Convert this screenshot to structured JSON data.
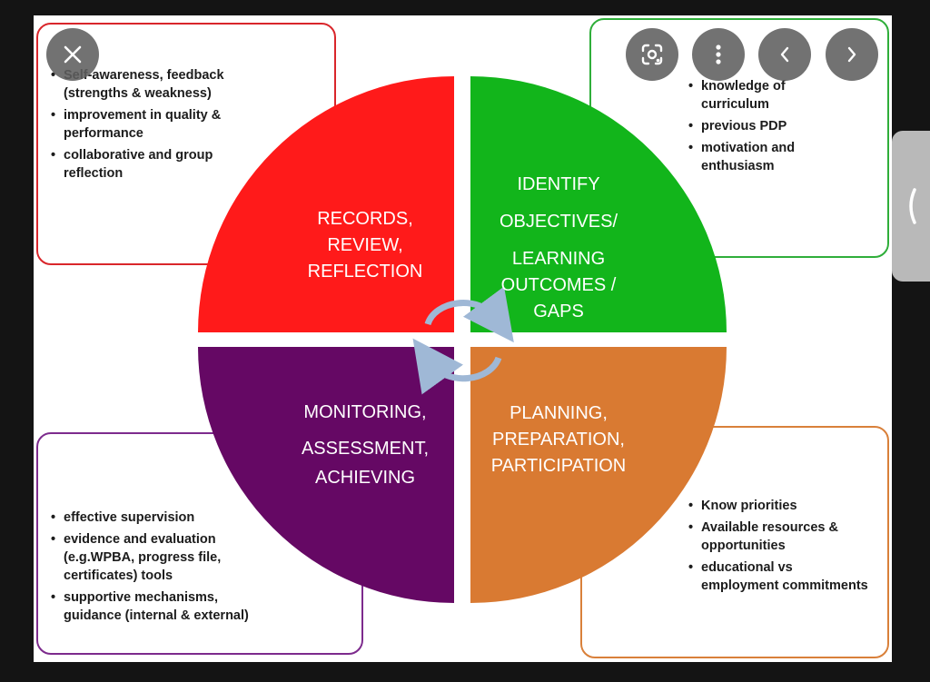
{
  "diagram": {
    "quadrants": {
      "red": {
        "lines": [
          "RECORDS,",
          "REVIEW,",
          "REFLECTION"
        ],
        "color": "#ff1a1a"
      },
      "green": {
        "lines": [
          "IDENTIFY",
          "OBJECTIVES/",
          "LEARNING",
          "OUTCOMES /",
          "GAPS"
        ],
        "color": "#12b51b"
      },
      "purple": {
        "lines": [
          "MONITORING,",
          "ASSESSMENT,",
          "ACHIEVING"
        ],
        "color": "#650864"
      },
      "orange": {
        "lines": [
          "PLANNING,",
          "PREPARATION,",
          "PARTICIPATION"
        ],
        "color": "#d97a32"
      }
    },
    "boxes": {
      "top_left": {
        "border": "#d9262b",
        "items": [
          "Self-awareness, feedback (strengths & weakness)",
          "improvement in quality & performance",
          "collaborative and group reflection"
        ]
      },
      "top_right": {
        "border": "#2fae3a",
        "items": [
          "knowledge of curriculum",
          "previous PDP",
          "motivation and enthusiasm"
        ]
      },
      "bottom_left": {
        "border": "#7d2b8d",
        "items": [
          "effective supervision",
          "evidence and evaluation (e.g.WPBA, progress file, certificates) tools",
          "supportive mechanisms, guidance (internal & external)"
        ]
      },
      "bottom_right": {
        "border": "#d9803a",
        "items": [
          "Know priorities",
          "Available resources & opportunities",
          "educational vs employment commitments"
        ]
      }
    },
    "arrow_color": "#9fb8d6"
  },
  "viewer": {
    "controls": {
      "close": "close-icon",
      "lens": "lens-icon",
      "more": "more-vertical-icon",
      "prev": "chevron-left-icon",
      "next": "chevron-right-icon",
      "side_tab": "chevron-left-icon"
    }
  }
}
